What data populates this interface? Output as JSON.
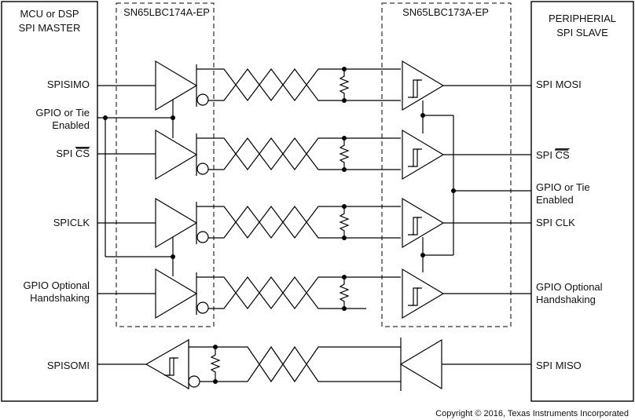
{
  "blocks": {
    "master_title_line1": "MCU or DSP",
    "master_title_line2": "SPI MASTER",
    "driver_ic": "SN65LBC174A-EP",
    "receiver_ic": "SN65LBC173A-EP",
    "slave_title_line1": "PERIPHERIAL",
    "slave_title_line2": "SPI SLAVE"
  },
  "master_pins": {
    "spisimo": "SPISIMO",
    "gpio_tie_line1": "GPIO or Tie",
    "gpio_tie_line2": "Enabled",
    "spi_cs_prefix": "SPI ",
    "spi_cs_bar": "CS",
    "spiclk": "SPICLK",
    "gpio_opt_line1": "GPIO Optional",
    "gpio_opt_line2": "Handshaking",
    "spisomi": "SPISOMI"
  },
  "slave_pins": {
    "spi_mosi": "SPI MOSI",
    "spi_cs_prefix": "SPI ",
    "spi_cs_bar": "CS",
    "gpio_tie_line1": "GPIO or Tie",
    "gpio_tie_line2": "Enabled",
    "spi_clk": "SPI CLK",
    "gpio_opt_line1": "GPIO Optional",
    "gpio_opt_line2": "Handshaking",
    "spi_miso": "SPI MISO"
  },
  "footer": {
    "copyright": "Copyright © 2016, Texas Instruments Incorporated"
  }
}
